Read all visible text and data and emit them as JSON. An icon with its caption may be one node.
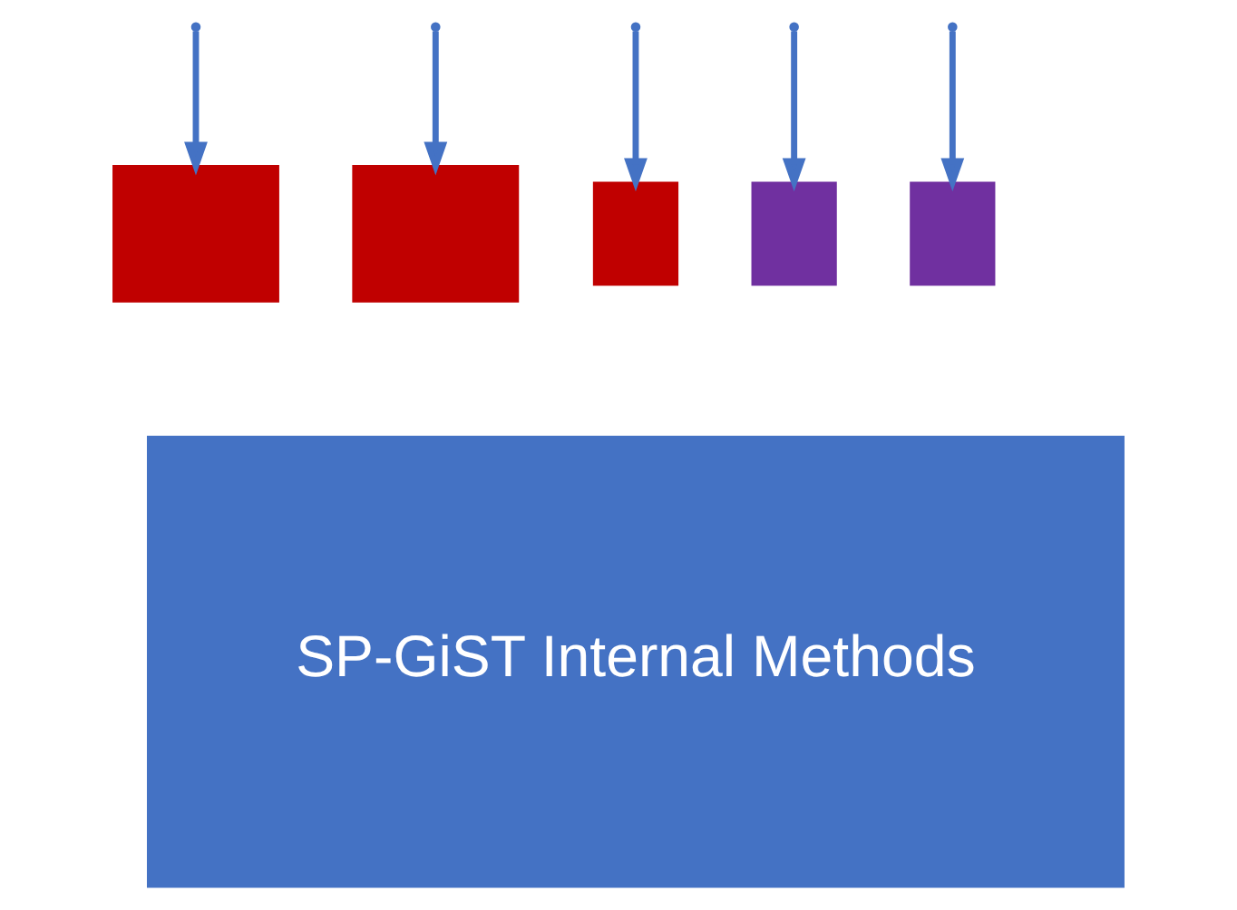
{
  "diagram": {
    "nodes": [
      {
        "text": [
          "SP-GiST Internal Methods"
        ]
      },
      {
        "text": [],
        "shape": "box"
      },
      {
        "text": [],
        "shape": "box"
      },
      {
        "text": [],
        "shape": "box"
      },
      {
        "text": [],
        "shape": "box"
      },
      {
        "text": [],
        "shape": "box"
      }
    ],
    "edges": [
      {
        "from": null,
        "to": 1,
        "arrow": "to"
      },
      {
        "from": null,
        "to": 2,
        "arrow": "to"
      },
      {
        "from": null,
        "to": 3,
        "arrow": "to"
      },
      {
        "from": null,
        "to": 4,
        "arrow": "to"
      },
      {
        "from": null,
        "to": 5,
        "arrow": "to"
      }
    ]
  }
}
